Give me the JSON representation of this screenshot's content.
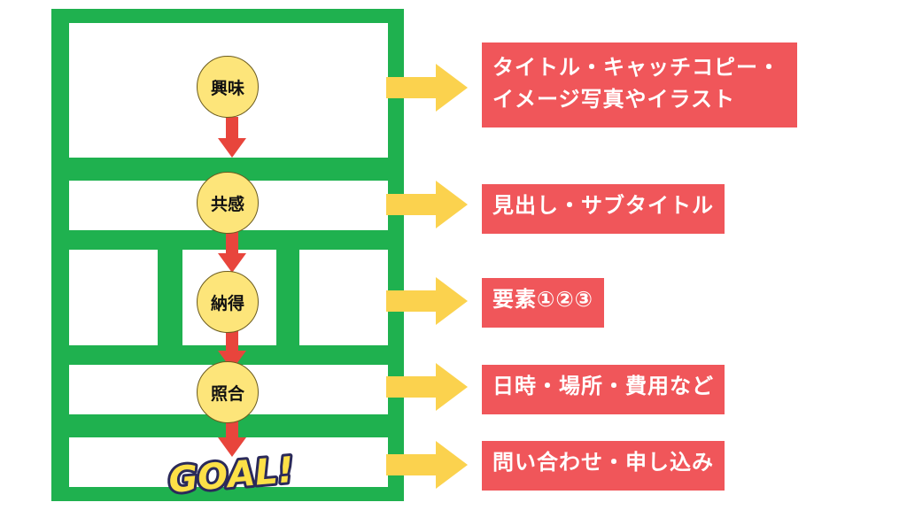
{
  "colors": {
    "frame": "#1fb14f",
    "circle": "#fde57a",
    "flow_arrow": "#e8453c",
    "side_arrow": "#fbd24e",
    "label_bg": "#f0565a",
    "goal_fill": "#fde047",
    "goal_outline": "#2b2a5a"
  },
  "stages": [
    {
      "label": "興味"
    },
    {
      "label": "共感"
    },
    {
      "label": "納得"
    },
    {
      "label": "照合"
    }
  ],
  "goal": {
    "text": "GOAL!"
  },
  "labels": [
    {
      "line1": "タイトル・キャッチコピー・",
      "line2": "イメージ写真やイラスト"
    },
    {
      "line1": "見出し・サブタイトル"
    },
    {
      "line1": "要素①②③"
    },
    {
      "line1": "日時・場所・費用など"
    },
    {
      "line1": "問い合わせ・申し込み"
    }
  ]
}
